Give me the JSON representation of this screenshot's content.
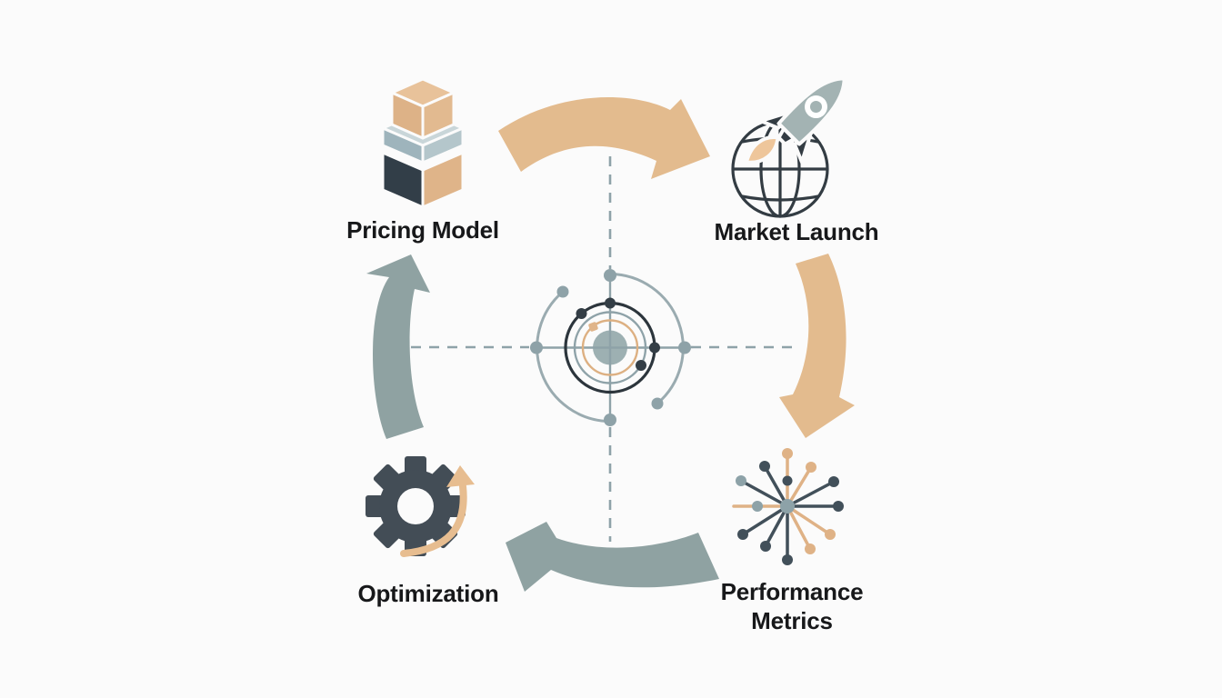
{
  "diagram": {
    "nodes": {
      "pricing_model": {
        "label": "Pricing Model",
        "icon": "stacked-blocks-icon"
      },
      "market_launch": {
        "label": "Market Launch",
        "icon": "rocket-globe-icon"
      },
      "performance_metrics": {
        "label": "Performance Metrics",
        "icon": "radial-burst-icon"
      },
      "optimization": {
        "label": "Optimization",
        "icon": "gear-refresh-icon"
      }
    },
    "flow": [
      "Pricing Model",
      "Market Launch",
      "Performance Metrics",
      "Optimization"
    ],
    "colors": {
      "background": "#fbfbfb",
      "tan": "#e3bb8e",
      "gray_blue": "#8fa2a2",
      "dark_charcoal": "#3a444d",
      "light_slab_blue": "#b4c6cb",
      "text": "#17181a"
    }
  }
}
